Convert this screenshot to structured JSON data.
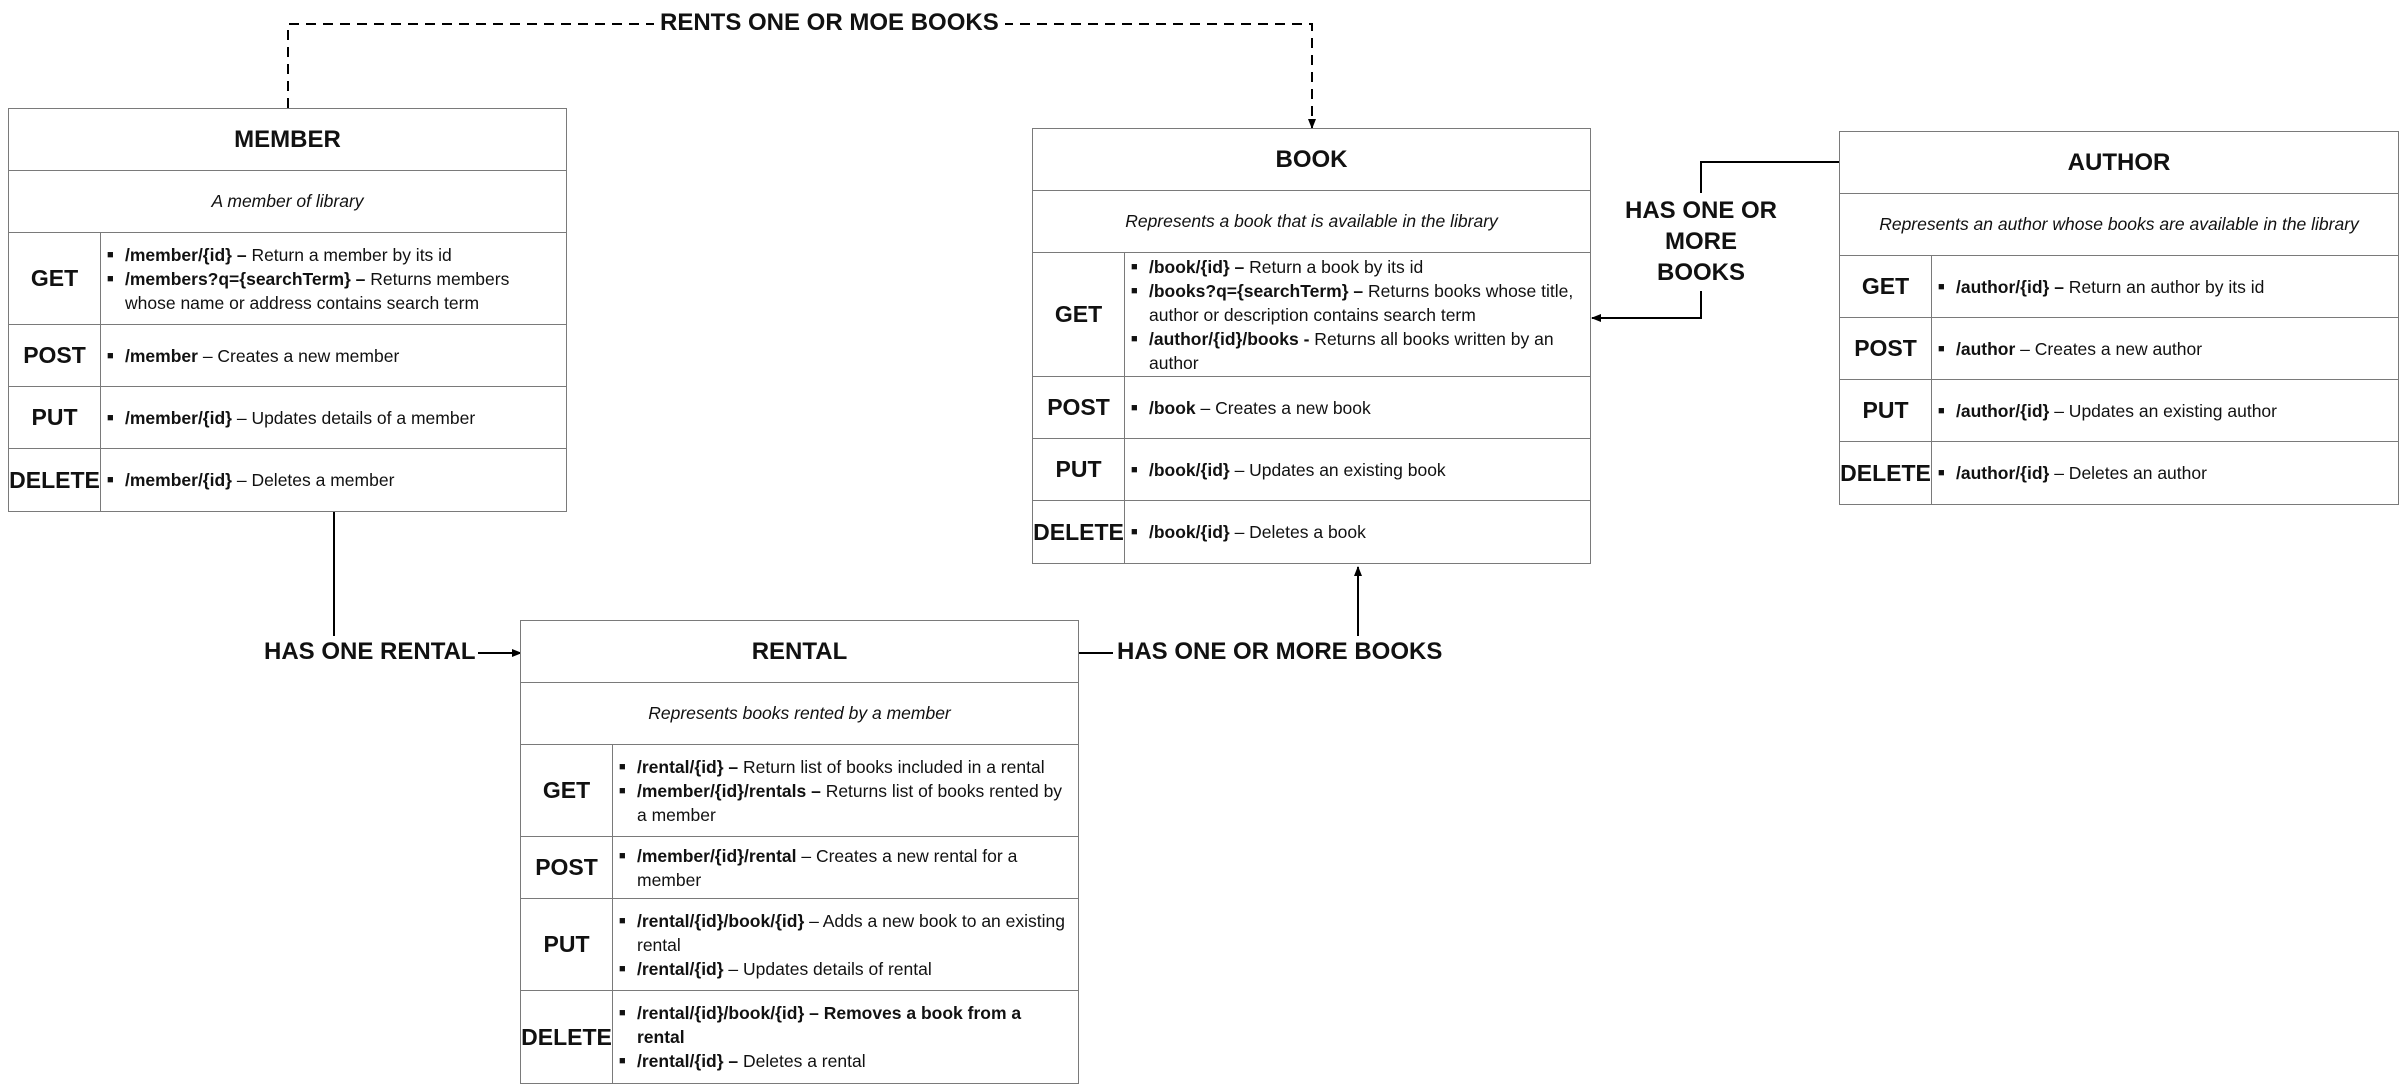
{
  "relationships": {
    "member_book": "RENTS ONE OR MOE BOOKS",
    "author_book": "HAS ONE OR MORE BOOKS",
    "member_rental": "HAS ONE RENTAL",
    "rental_book": "HAS ONE OR MORE BOOKS"
  },
  "colors": {
    "line": "#000000",
    "border": "#7a7a7a",
    "background": "#ffffff"
  },
  "entities": {
    "member": {
      "title": "MEMBER",
      "description": "A member of library",
      "ops": [
        {
          "method": "GET",
          "endpoints": [
            {
              "path": "/member/{id} –",
              "text": " Return a member  by its id"
            },
            {
              "path": "/members?q={searchTerm} –",
              "text": " Returns members whose name or address contains search term"
            }
          ]
        },
        {
          "method": "POST",
          "endpoints": [
            {
              "path": "/member",
              "text": " – Creates a new member"
            }
          ]
        },
        {
          "method": "PUT",
          "endpoints": [
            {
              "path": "/member/{id}",
              "text": " – Updates details of a member"
            }
          ]
        },
        {
          "method": "DELETE",
          "endpoints": [
            {
              "path": "/member/{id}",
              "text": " – Deletes a member"
            }
          ]
        }
      ]
    },
    "book": {
      "title": "BOOK",
      "description": "Represents a book that is available in the library",
      "ops": [
        {
          "method": "GET",
          "endpoints": [
            {
              "path": "/book/{id} –",
              "text": " Return a book by its id"
            },
            {
              "path": "/books?q={searchTerm} –",
              "text": " Returns books whose title, author or description contains search term"
            },
            {
              "path": "/author/{id}/books -",
              "text": " Returns all books written by an author"
            }
          ]
        },
        {
          "method": "POST",
          "endpoints": [
            {
              "path": "/book",
              "text": " – Creates a new book"
            }
          ]
        },
        {
          "method": "PUT",
          "endpoints": [
            {
              "path": "/book/{id}",
              "text": " – Updates an existing book"
            }
          ]
        },
        {
          "method": "DELETE",
          "endpoints": [
            {
              "path": "/book/{id}",
              "text": " – Deletes a book"
            }
          ]
        }
      ]
    },
    "author": {
      "title": "AUTHOR",
      "description": "Represents an author whose books are available in the library",
      "ops": [
        {
          "method": "GET",
          "endpoints": [
            {
              "path": "/author/{id} –",
              "text": " Return an author by its id"
            }
          ]
        },
        {
          "method": "POST",
          "endpoints": [
            {
              "path": "/author",
              "text": " – Creates a new author"
            }
          ]
        },
        {
          "method": "PUT",
          "endpoints": [
            {
              "path": "/author/{id}",
              "text": " – Updates an existing author"
            }
          ]
        },
        {
          "method": "DELETE",
          "endpoints": [
            {
              "path": "/author/{id}",
              "text": " – Deletes an author"
            }
          ]
        }
      ]
    },
    "rental": {
      "title": "RENTAL",
      "description": "Represents books rented by a member",
      "ops": [
        {
          "method": "GET",
          "endpoints": [
            {
              "path": "/rental/{id} –",
              "text": " Return list of books included in a rental"
            },
            {
              "path": "/member/{id}/rentals –",
              "text": " Returns list of books rented by a member"
            }
          ]
        },
        {
          "method": "POST",
          "endpoints": [
            {
              "path": "/member/{id}/rental",
              "text": " – Creates a new rental for a member"
            }
          ]
        },
        {
          "method": "PUT",
          "endpoints": [
            {
              "path": "/rental/{id}/book/{id}",
              "text": " – Adds a new book to an existing rental"
            },
            {
              "path": "/rental/{id}",
              "text": " – Updates details of rental"
            }
          ]
        },
        {
          "method": "DELETE",
          "endpoints": [
            {
              "path": "/rental/{id}/book/{id} – Removes a book from a rental",
              "text": ""
            },
            {
              "path": "/rental/{id} –",
              "text": " Deletes a rental"
            }
          ]
        }
      ]
    }
  }
}
